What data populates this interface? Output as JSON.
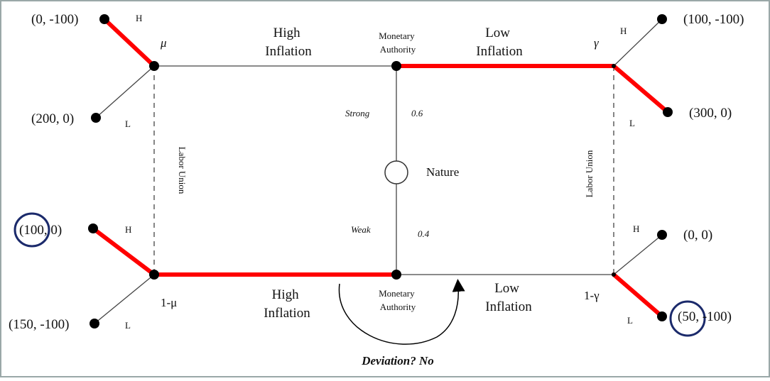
{
  "colors": {
    "equilibrium": "#ff0000",
    "line": "#444444",
    "node": "#000000",
    "highlight_circle": "#1b2a6b",
    "border": "#9aa8a8"
  },
  "nodes": {
    "monetary_authority_top": "Monetary\nAuthority",
    "monetary_authority_bottom": "Monetary\nAuthority",
    "nature": "Nature",
    "labor_union_left": "Labor Union",
    "labor_union_right": "Labor Union"
  },
  "branches": {
    "high_inflation_top": "High\nInflation",
    "low_inflation_top": "Low\nInflation",
    "high_inflation_bottom": "High\nInflation",
    "low_inflation_bottom": "Low\nInflation",
    "strong": "Strong",
    "weak": "Weak",
    "h": "H",
    "l": "L"
  },
  "probabilities": {
    "strong": "0.6",
    "weak": "0.4",
    "mu": "μ",
    "one_minus_mu": "1-μ",
    "gamma": "γ",
    "one_minus_gamma": "1-γ"
  },
  "payoffs": {
    "top_left_h": "(0, -100)",
    "top_left_l": "(200, 0)",
    "top_right_h": "(100, -100)",
    "top_right_l": "(300, 0)",
    "bottom_left_h": "(100, 0)",
    "bottom_left_l": "(150, -100)",
    "bottom_right_h": "(0, 0)",
    "bottom_right_l": "(50, -100)"
  },
  "annotation": {
    "deviation": "Deviation? No"
  },
  "highlighted_payoffs": [
    "bottom_left_h",
    "bottom_right_l"
  ]
}
